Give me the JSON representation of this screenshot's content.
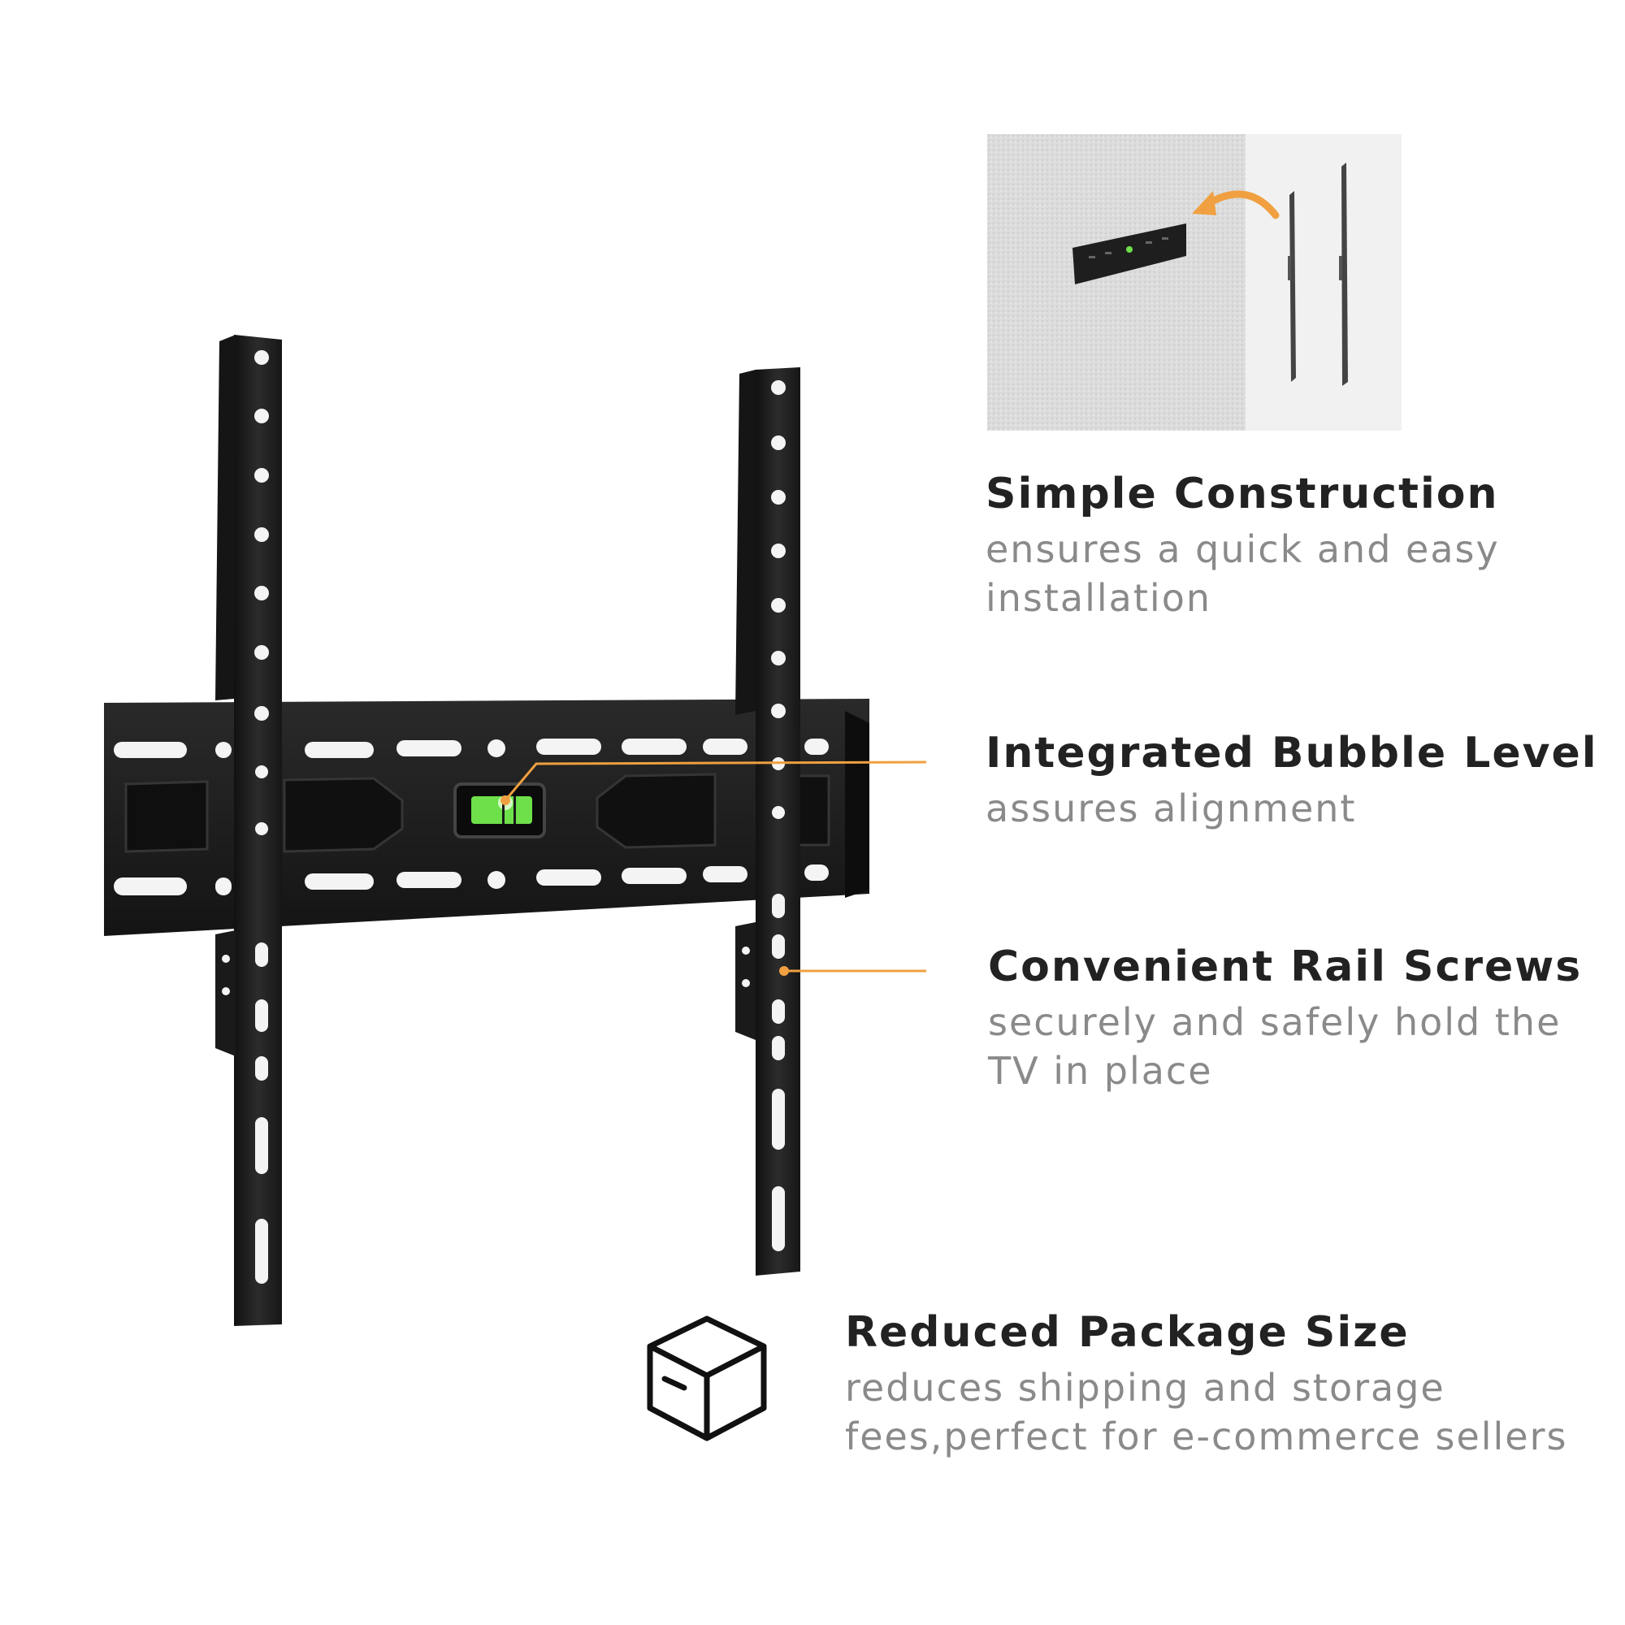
{
  "features": {
    "simple_construction": {
      "title": "Simple Construction",
      "desc_line1": "ensures a quick and easy",
      "desc_line2": "installation"
    },
    "bubble_level": {
      "title": "Integrated Bubble Level",
      "desc_line1": "assures alignment"
    },
    "rail_screws": {
      "title": "Convenient Rail Screws",
      "desc_line1": "securely and safely hold the",
      "desc_line2": "TV in place"
    },
    "package_size": {
      "title": "Reduced Package Size",
      "desc_line1": "reduces shipping and storage",
      "desc_line2": "fees,perfect for e-commerce sellers"
    }
  },
  "icons": {
    "package": "box-icon",
    "arrow": "curved-arrow-icon"
  },
  "colors": {
    "accent": "#F0A040",
    "bracket": "#1f1f1f",
    "level_green": "#6ee04a",
    "title_text": "#222222",
    "desc_text": "#8a8a8a"
  }
}
